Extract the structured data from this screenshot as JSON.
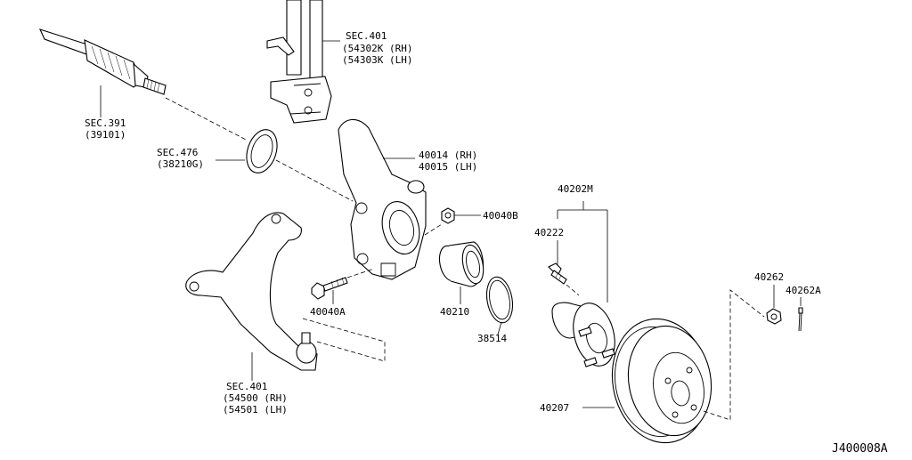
{
  "callouts": {
    "sec391": {
      "line1": "SEC.391",
      "line2": "(39101)"
    },
    "sec401_top": {
      "line1": "SEC.401",
      "line2": "(54302K (RH)",
      "line3": "(54303K (LH)"
    },
    "sec476": {
      "line1": "SEC.476",
      "line2": "(38210G)"
    },
    "knuckle": {
      "line1": "40014 (RH)",
      "line2": "40015 (LH)"
    },
    "nut_40040b": {
      "line1": "40040B"
    },
    "bolt_40040a": {
      "line1": "40040A"
    },
    "bearing_40210": {
      "line1": "40210"
    },
    "snap_ring_38514": {
      "line1": "38514"
    },
    "hub_assy_40202m": {
      "line1": "40202M"
    },
    "stud_40222": {
      "line1": "40222"
    },
    "rotor_40207": {
      "line1": "40207"
    },
    "nut_40262": {
      "line1": "40262"
    },
    "pin_40262a": {
      "line1": "40262A"
    },
    "sec401_lower": {
      "line1": "SEC.401",
      "line2": "(54500 (RH)",
      "line3": "(54501 (LH)"
    }
  },
  "diagram_code": "J400008A"
}
